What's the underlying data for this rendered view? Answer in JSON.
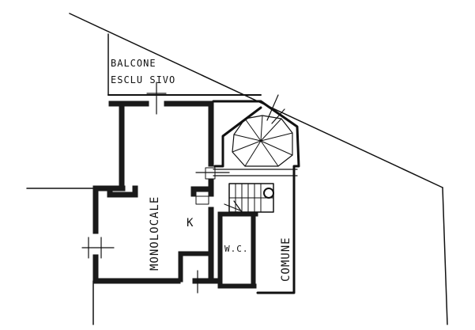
{
  "labels": {
    "balcony_line1": "BALCONE",
    "balcony_line2": "ESCLU SIVO",
    "studio": "MONOLOCALE",
    "kitchen": "K",
    "wc": "W.C.",
    "common": "COMUNE"
  },
  "colors": {
    "ink": "#111111",
    "paper": "#ffffff"
  }
}
